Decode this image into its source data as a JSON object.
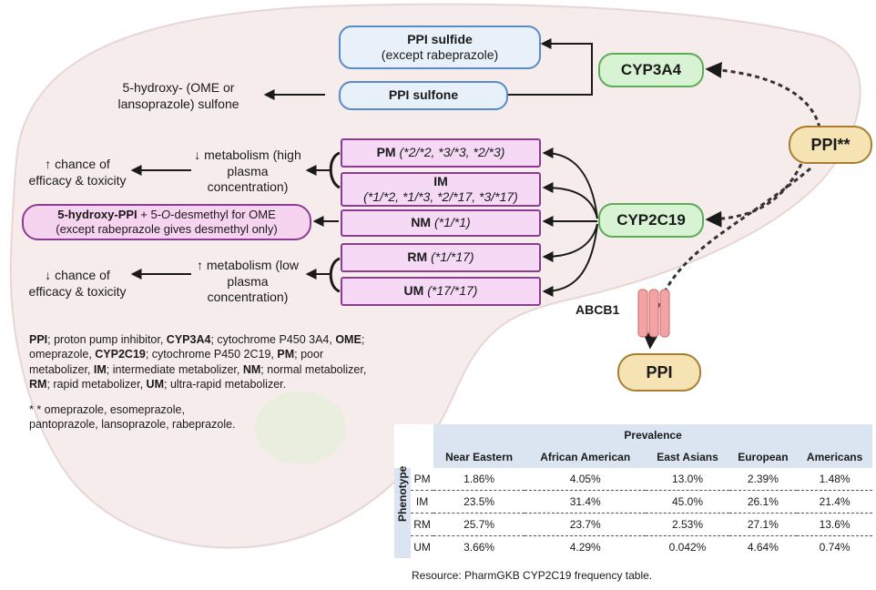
{
  "pathway": {
    "sulfide": {
      "name": "PPI sulfide",
      "note": "(except rabeprazole)"
    },
    "sulfone": {
      "name": "PPI sulfone"
    },
    "hydroxy_sulfone": "5-hydroxy- (OME or lansoprazole) sulfone",
    "cyp3a4": "CYP3A4",
    "cyp2c19": "CYP2C19",
    "ppi_input": "PPI**",
    "ppi_output": "PPI",
    "abcb1": "ABCB1"
  },
  "phenotypes": [
    {
      "code": "PM",
      "genotype": "(*2/*2, *3/*3, *2/*3)"
    },
    {
      "code": "IM",
      "genotype": "(*1/*2, *1/*3, *2/*17, *3/*17)"
    },
    {
      "code": "NM",
      "genotype": "(*1/*1)"
    },
    {
      "code": "RM",
      "genotype": "(*1/*17)"
    },
    {
      "code": "UM",
      "genotype": "(*17/*17)"
    }
  ],
  "outcomes": {
    "decreased_metabolism": "↓ metabolism (high plasma concentration)",
    "increased_efficacy": "↑ chance of efficacy & toxicity",
    "increased_metabolism": "↑ metabolism (low plasma concentration)",
    "decreased_efficacy": "↓ chance of efficacy & toxicity",
    "nm_product_bold": "5-hydroxy-PPI",
    "nm_product_rest1": " + 5-",
    "nm_product_italic": "O",
    "nm_product_rest2": "-desmethyl for OME",
    "nm_product_line2": "(except rabeprazole gives desmethyl only)"
  },
  "legend": {
    "abbreviations": [
      {
        "abbr": "PPI",
        "desc": "; proton pump inhibitor, "
      },
      {
        "abbr": "CYP3A4",
        "desc": "; cytochrome P450 3A4, "
      },
      {
        "abbr": "OME",
        "desc": "; omeprazole, "
      },
      {
        "abbr": "CYP2C19",
        "desc": "; cytochrome P450 2C19, "
      },
      {
        "abbr": "PM",
        "desc": "; poor metabolizer, "
      },
      {
        "abbr": "IM",
        "desc": "; intermediate metabolizer, "
      },
      {
        "abbr": "NM",
        "desc": "; normal metabolizer, "
      },
      {
        "abbr": "RM",
        "desc": "; rapid metabolizer, "
      },
      {
        "abbr": "UM",
        "desc": "; ultra-rapid metabolizer."
      }
    ],
    "footnote": "* * omeprazole, esomeprazole, pantoprazole, lansoprazole, rabeprazole."
  },
  "prevalence": {
    "title": "Prevalence",
    "row_axis": "Phenotype",
    "columns": [
      "Near Eastern",
      "African American",
      "East Asians",
      "European",
      "Americans"
    ],
    "rows": [
      {
        "phenotype": "PM",
        "values": [
          "1.86%",
          "4.05%",
          "13.0%",
          "2.39%",
          "1.48%"
        ]
      },
      {
        "phenotype": "IM",
        "values": [
          "23.5%",
          "31.4%",
          "45.0%",
          "26.1%",
          "21.4%"
        ]
      },
      {
        "phenotype": "RM",
        "values": [
          "25.7%",
          "23.7%",
          "2.53%",
          "27.1%",
          "13.6%"
        ]
      },
      {
        "phenotype": "UM",
        "values": [
          "3.66%",
          "4.29%",
          "0.042%",
          "4.64%",
          "0.74%"
        ]
      }
    ],
    "resource": "Resource: PharmGKB CYP2C19 frequency table."
  },
  "colors": {
    "liver": "#f6eceb",
    "liver_edge": "#e7d6d4",
    "gallbladder": "#e6efdc",
    "arrow": "#1a1a1a"
  }
}
